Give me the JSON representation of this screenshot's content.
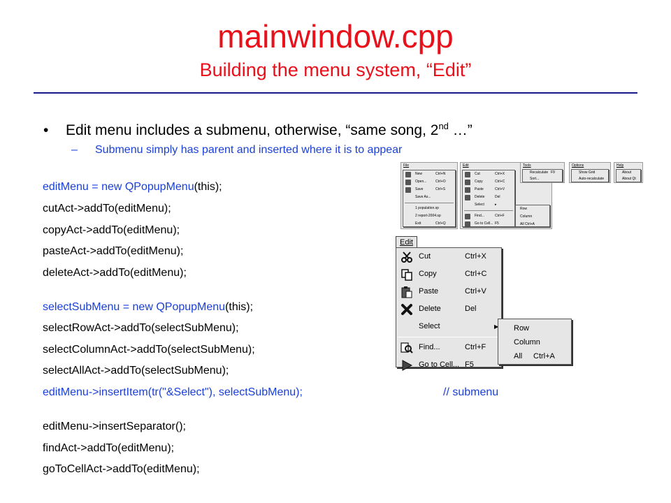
{
  "slide": {
    "title": "mainwindow.cpp",
    "subtitle": "Building the menu system, “Edit”",
    "bullet_symbol": "•",
    "bullet1_text": "Edit menu includes a submenu, otherwise, “same song, 2",
    "bullet1_sup": "nd",
    "bullet1_tail": " …”",
    "sub_dash": "–",
    "sub_keyword": "Submenu",
    "sub_rest": " simply has parent and inserted where it is to appear"
  },
  "code": {
    "line1_a": "editMenu = ",
    "line1_b": "new QPopupMenu",
    "line1_c": "(this);",
    "line2": "cutAct->addTo(editMenu);",
    "line3": "copyAct->addTo(editMenu);",
    "line4": "pasteAct->addTo(editMenu);",
    "line5": "deleteAct->addTo(editMenu);",
    "line6_a": "selectSubMenu = ",
    "line6_b": "new QPopupMenu",
    "line6_c": "(this);",
    "line7": "selectRowAct->addTo(selectSubMenu);",
    "line8": "selectColumnAct->addTo(selectSubMenu);",
    "line9": "selectAllAct->addTo(selectSubMenu);",
    "line10": "editMenu->insertItem(tr(\"&Select\"), selectSubMenu);",
    "line10_comment": "// submenu",
    "line11": "editMenu->insertSeparator();",
    "line12": "findAct->addTo(editMenu);",
    "line13": "goToCellAct->addTo(editMenu);"
  },
  "mini_menus": {
    "file": {
      "title": "File",
      "items": [
        {
          "label": "New",
          "shortcut": "Ctrl+N"
        },
        {
          "label": "Open...",
          "shortcut": "Ctrl+O"
        },
        {
          "label": "Save",
          "shortcut": "Ctrl+S"
        },
        {
          "label": "Save As...",
          "shortcut": ""
        },
        {
          "label": "1 population.sp",
          "shortcut": ""
        },
        {
          "label": "2 report-2004.sp",
          "shortcut": ""
        },
        {
          "label": "Exit",
          "shortcut": "Ctrl+Q"
        }
      ]
    },
    "edit": {
      "title": "Edit",
      "items": [
        {
          "label": "Cut",
          "shortcut": "Ctrl+X"
        },
        {
          "label": "Copy",
          "shortcut": "Ctrl+C"
        },
        {
          "label": "Paste",
          "shortcut": "Ctrl+V"
        },
        {
          "label": "Delete",
          "shortcut": "Del"
        },
        {
          "label": "Select",
          "shortcut": ""
        },
        {
          "label": "Find...",
          "shortcut": "Ctrl+F"
        },
        {
          "label": "Go to Cell...",
          "shortcut": "F5"
        }
      ],
      "submenu": [
        "Row",
        "Column",
        "All   Ctrl+A"
      ]
    },
    "tools": {
      "title": "Tools",
      "items": [
        {
          "label": "Recalculate",
          "shortcut": "F9"
        },
        {
          "label": "Sort...",
          "shortcut": ""
        }
      ]
    },
    "options": {
      "title": "Options",
      "items": [
        {
          "label": "Show Grid",
          "shortcut": ""
        },
        {
          "label": "Auto-recalculate",
          "shortcut": ""
        }
      ]
    },
    "help": {
      "title": "Help",
      "items": [
        {
          "label": "About",
          "shortcut": ""
        },
        {
          "label": "About Qt",
          "shortcut": ""
        }
      ]
    }
  },
  "big_menu": {
    "title": "Edit",
    "items": [
      {
        "label": "Cut",
        "shortcut": "Ctrl+X"
      },
      {
        "label": "Copy",
        "shortcut": "Ctrl+C"
      },
      {
        "label": "Paste",
        "shortcut": "Ctrl+V"
      },
      {
        "label": "Delete",
        "shortcut": "Del"
      },
      {
        "label": "Select",
        "shortcut": ""
      },
      {
        "label": "Find...",
        "shortcut": "Ctrl+F"
      },
      {
        "label": "Go to Cell...",
        "shortcut": "F5"
      }
    ],
    "submenu": [
      {
        "label": "Row",
        "shortcut": ""
      },
      {
        "label": "Column",
        "shortcut": ""
      },
      {
        "label": "All",
        "shortcut": "Ctrl+A"
      }
    ]
  },
  "colors": {
    "title": "#e8101a",
    "keyword": "#1a40d8",
    "rule": "#1a1a8c"
  }
}
